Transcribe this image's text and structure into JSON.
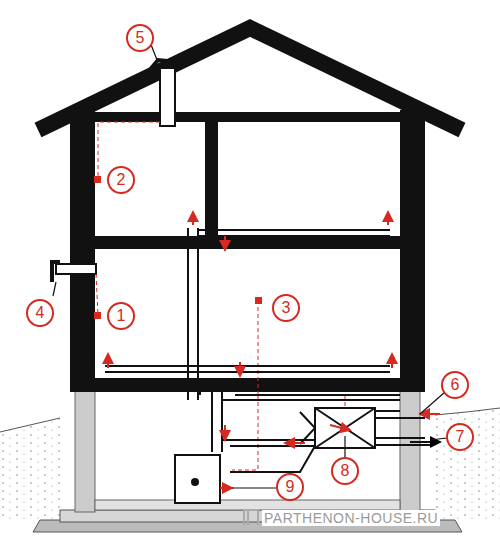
{
  "diagram": {
    "nodes": [
      {
        "text": [
          "5"
        ]
      },
      {
        "text": [
          "2"
        ]
      },
      {
        "text": [
          "4"
        ]
      },
      {
        "text": [
          "1"
        ]
      },
      {
        "text": [
          "3"
        ]
      },
      {
        "text": [
          "6"
        ]
      },
      {
        "text": [
          "7"
        ]
      },
      {
        "text": [
          "8"
        ]
      },
      {
        "text": [
          "9"
        ]
      }
    ],
    "labels": [
      "PARTHENON-HOUSE.RU"
    ]
  }
}
